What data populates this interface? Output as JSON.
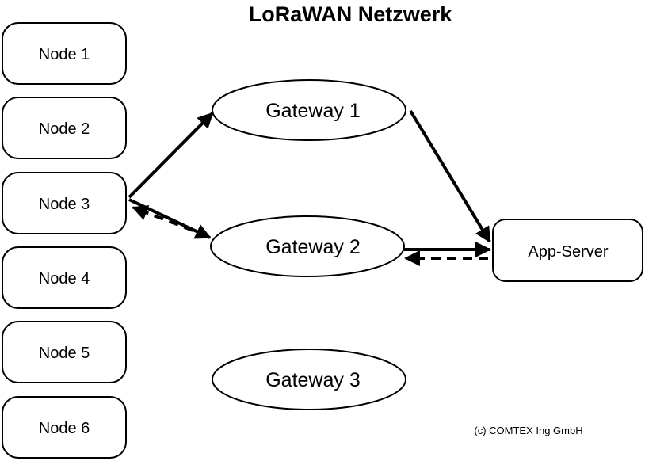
{
  "title": "LoRaWAN Netzwerk",
  "nodes": [
    {
      "label": "Node 1"
    },
    {
      "label": "Node 2"
    },
    {
      "label": "Node 3"
    },
    {
      "label": "Node 4"
    },
    {
      "label": "Node 5"
    },
    {
      "label": "Node 6"
    }
  ],
  "gateways": [
    {
      "label": "Gateway 1"
    },
    {
      "label": "Gateway 2"
    },
    {
      "label": "Gateway 3"
    }
  ],
  "server": {
    "label": "App-Server"
  },
  "copyright": "(c) COMTEX Ing GmbH",
  "connections": [
    {
      "from": "Node 3",
      "to": "Gateway 1",
      "style": "solid"
    },
    {
      "from": "Node 3",
      "to": "Gateway 2",
      "style": "solid"
    },
    {
      "from": "Gateway 2",
      "to": "Node 3",
      "style": "dashed"
    },
    {
      "from": "Gateway 1",
      "to": "App-Server",
      "style": "solid"
    },
    {
      "from": "Gateway 2",
      "to": "App-Server",
      "style": "solid"
    },
    {
      "from": "App-Server",
      "to": "Gateway 2",
      "style": "dashed"
    }
  ],
  "colors": {
    "stroke": "#000000",
    "background": "#ffffff"
  }
}
